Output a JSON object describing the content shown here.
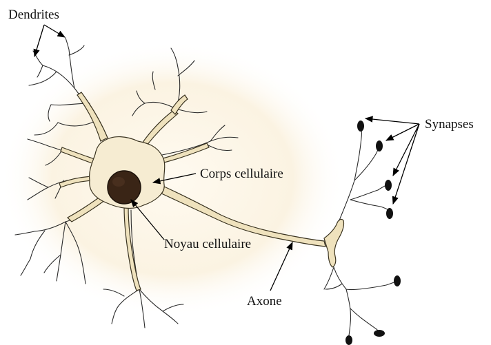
{
  "labels": {
    "dendrites": "Dendrites",
    "synapses": "Synapses",
    "cell_body": "Corps cellulaire",
    "nucleus": "Noyau cellulaire",
    "axon": "Axone"
  },
  "colors": {
    "cell_body": "#f6ecd2",
    "halo": "#fbf3e2",
    "nucleus": "#3a2516",
    "axon": "#efe2bd",
    "synapse": "#111111",
    "ink": "#2a2a2a"
  }
}
